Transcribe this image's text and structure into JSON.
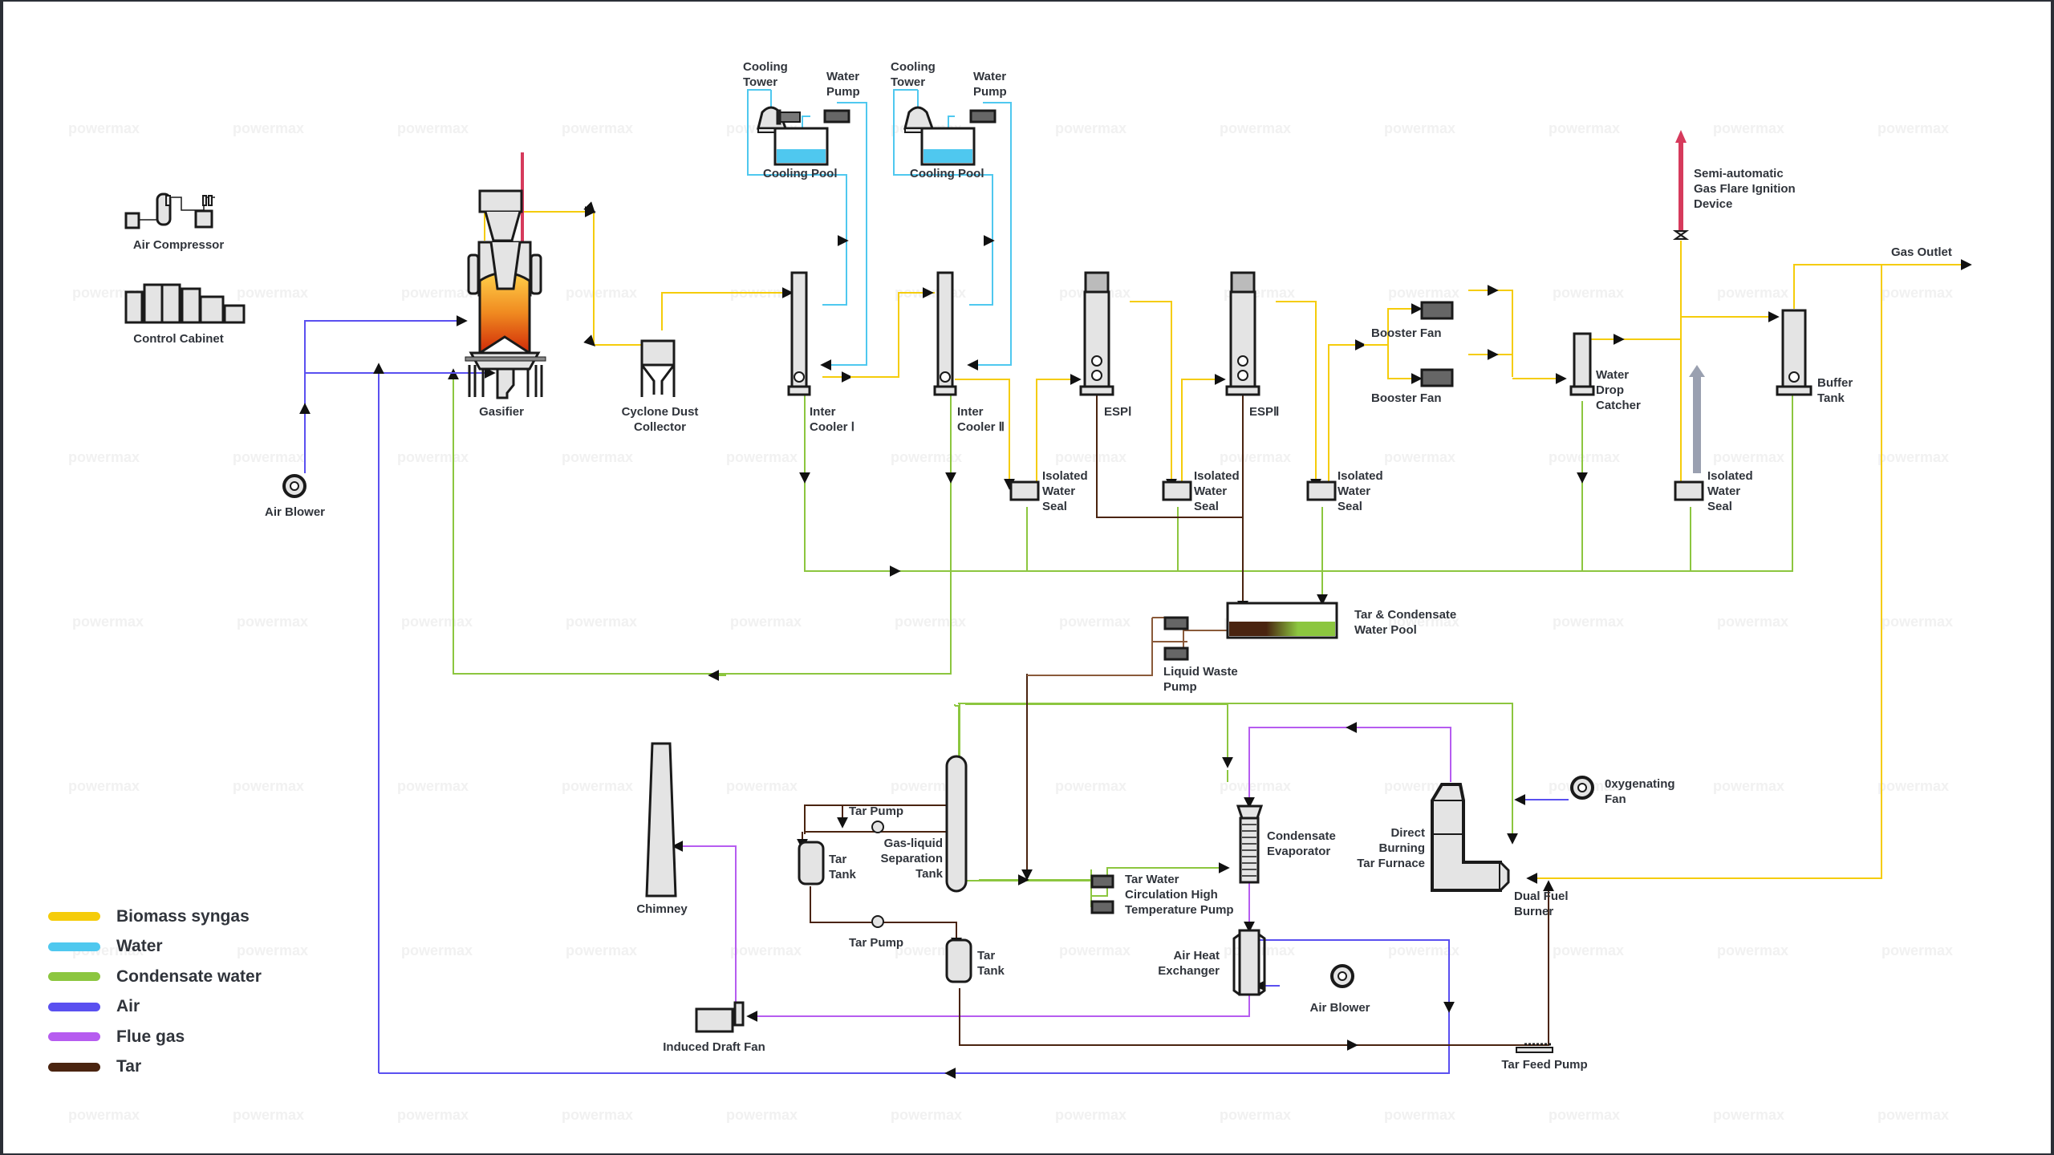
{
  "diagram": {
    "title": "Biomass Gasification Process Flow",
    "watermark": "powermax",
    "colors": {
      "biomass_syngas": "#f5cc0a",
      "water": "#4fc8ef",
      "condensate_water": "#8cc63f",
      "air": "#5a50f0",
      "flue_gas": "#b65cf0",
      "tar": "#4a2410",
      "flare": "#d63a5c",
      "vent": "#9aa0b0",
      "equipment_fill": "#e4e4e4",
      "equipment_stroke": "#1a1a1a"
    }
  },
  "legend": [
    {
      "label": "Biomass syngas",
      "color": "#f5cc0a"
    },
    {
      "label": "Water",
      "color": "#4fc8ef"
    },
    {
      "label": "Condensate water",
      "color": "#8cc63f"
    },
    {
      "label": "Air",
      "color": "#5a50f0"
    },
    {
      "label": "Flue gas",
      "color": "#b65cf0"
    },
    {
      "label": "Tar",
      "color": "#4a2410"
    }
  ],
  "labels": {
    "air_compressor": "Air Compressor",
    "control_cabinet": "Control Cabinet",
    "air_blower_left": "Air Blower",
    "gasifier": "Gasifier",
    "cyclone": "Cyclone Dust\nCollector",
    "cooling_tower_1": "Cooling\nTower",
    "water_pump_1": "Water\nPump",
    "cooling_pool_1": "Cooling Pool",
    "cooling_tower_2": "Cooling\nTower",
    "water_pump_2": "Water\nPump",
    "cooling_pool_2": "Cooling Pool",
    "inter_cooler_1": "Inter\nCooler Ⅰ",
    "inter_cooler_2": "Inter\nCooler Ⅱ",
    "esp_1": "ESPⅠ",
    "esp_2": "ESPⅡ",
    "water_seal_1": "Isolated\nWater\nSeal",
    "water_seal_2": "Isolated\nWater\nSeal",
    "water_seal_3": "Isolated\nWater\nSeal",
    "water_seal_4": "Isolated\nWater\nSeal",
    "booster_fan_1": "Booster Fan",
    "booster_fan_2": "Booster Fan",
    "water_drop_catcher": "Water\nDrop\nCatcher",
    "flare": "Semi-automatic\nGas Flare Ignition\nDevice",
    "buffer_tank": "Buffer\nTank",
    "gas_outlet": "Gas Outlet",
    "tar_pool": "Tar & Condensate\nWater Pool",
    "liquid_waste_pump": "Liquid Waste\nPump",
    "chimney": "Chimney",
    "tar_pump_1": "Tar Pump",
    "tar_pump_2": "Tar Pump",
    "tar_tank_1": "Tar\nTank",
    "tar_tank_2": "Tar\nTank",
    "gas_liquid_sep": "Gas-liquid\nSeparation\nTank",
    "tar_water_pump": "Tar Water\nCirculation High\nTemperature Pump",
    "condensate_evaporator": "Condensate\nEvaporator",
    "furnace": "Direct\nBurning\nTar Furnace",
    "oxygenating_fan": "0xygenating\nFan",
    "dual_fuel_burner": "Dual Fuel\nBurner",
    "air_heat_exchanger": "Air Heat\nExchanger",
    "air_blower_right": "Air Blower",
    "induced_draft_fan": "Induced Draft Fan",
    "tar_feed_pump": "Tar Feed Pump"
  }
}
